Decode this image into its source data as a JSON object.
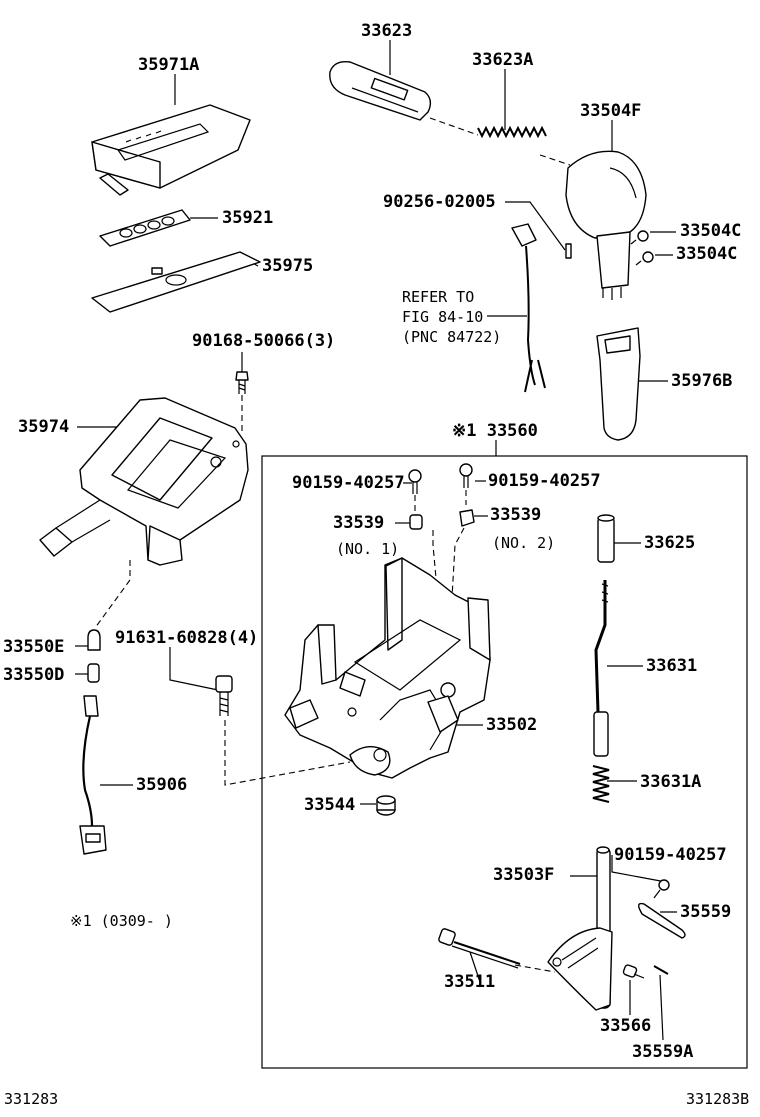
{
  "labels": {
    "p33623": "33623",
    "p35971A": "35971A",
    "p33623A": "33623A",
    "p33504F": "33504F",
    "p90256": "90256-02005",
    "p33504C_a": "33504C",
    "p33504C_b": "33504C",
    "p35921": "35921",
    "p35975": "35975",
    "refer_1": "REFER TO",
    "refer_2": "FIG 84-10",
    "refer_3": "(PNC 84722)",
    "p90168": "90168-50066(3)",
    "p35976B": "35976B",
    "p35974": "35974",
    "p33560": "※1 33560",
    "p90159_a": "90159-40257",
    "p90159_b": "90159-40257",
    "p33539_a": "33539",
    "p33539_b": "33539",
    "no1": "(NO. 1)",
    "no2": "(NO. 2)",
    "p33625": "33625",
    "p33550E": "33550E",
    "p33550D": "33550D",
    "p91631": "91631-60828(4)",
    "p33631": "33631",
    "p33502": "33502",
    "p35906": "35906",
    "p33544": "33544",
    "p33631A": "33631A",
    "p90159_c": "90159-40257",
    "p33503F": "33503F",
    "p35559": "35559",
    "note1": "※1 (0309-      )",
    "p33511": "33511",
    "p33566": "33566",
    "p35559A": "35559A",
    "footer_left": "331283",
    "footer_right": "331283B"
  }
}
